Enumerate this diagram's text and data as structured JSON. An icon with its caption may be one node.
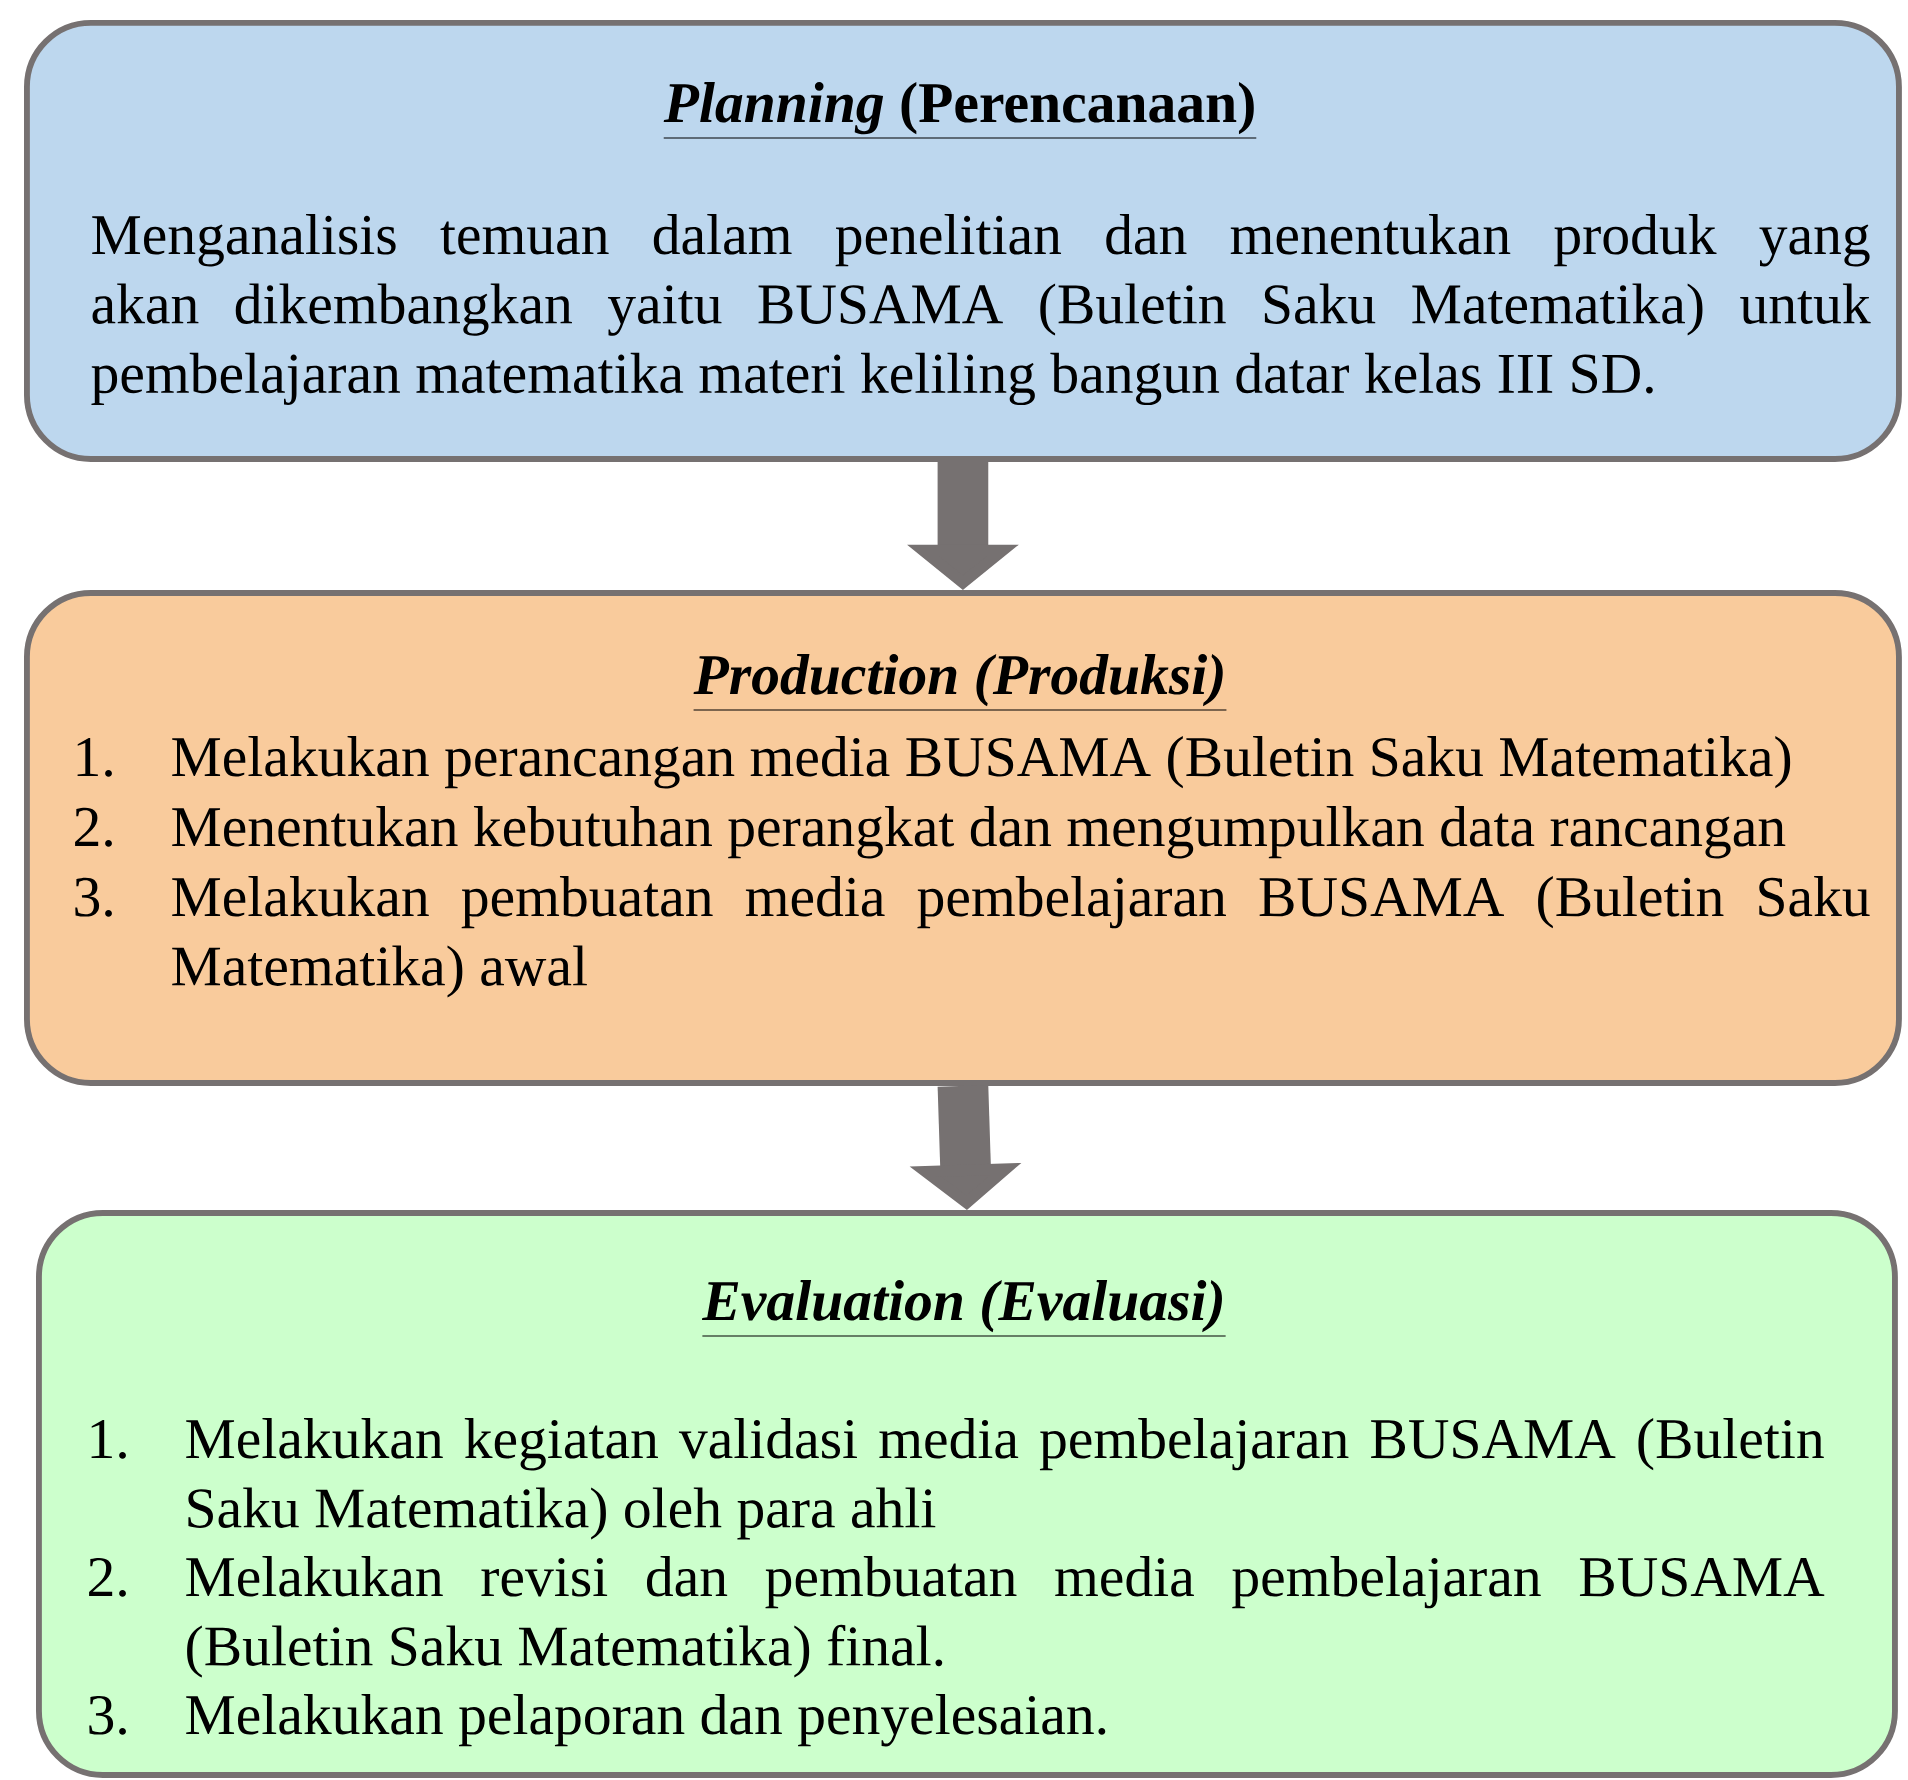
{
  "diagram": {
    "nodes": [
      {
        "text": [
          "*Planning* (Perencanaan)",
          "Menganalisis temuan dalam penelitian dan menentukan produk yang akan dikembangkan yaitu BUSAMA (Buletin Saku Matematika) untuk pembelajaran matematika materi keliling bangun datar kelas III SD."
        ]
      },
      {
        "text": [
          "Production (Produksi)",
          "1.",
          "Melakukan perancangan media BUSAMA (Buletin Saku Matematika)",
          "2.",
          "Menentukan kebutuhan perangkat dan mengumpulkan data rancangan",
          "3.",
          "Melakukan pembuatan media pembelajaran BUSAMA (Buletin Saku Matematika) awal"
        ]
      },
      {
        "text": [
          "Evaluation (Evaluasi)",
          "1.",
          "Melakukan kegiatan validasi media pembelajaran BUSAMA (Buletin Saku Matematika) oleh para ahli",
          "2.",
          "Melakukan revisi dan pembuatan media pembelajaran BUSAMA (Buletin Saku Matematika) final.",
          "3.",
          "Melakukan pelaporan dan penyelesaian."
        ]
      }
    ],
    "edges": [
      {
        "from": 0,
        "to": 1,
        "arrow": "to"
      },
      {
        "from": 1,
        "to": 2,
        "arrow": "to"
      }
    ]
  }
}
